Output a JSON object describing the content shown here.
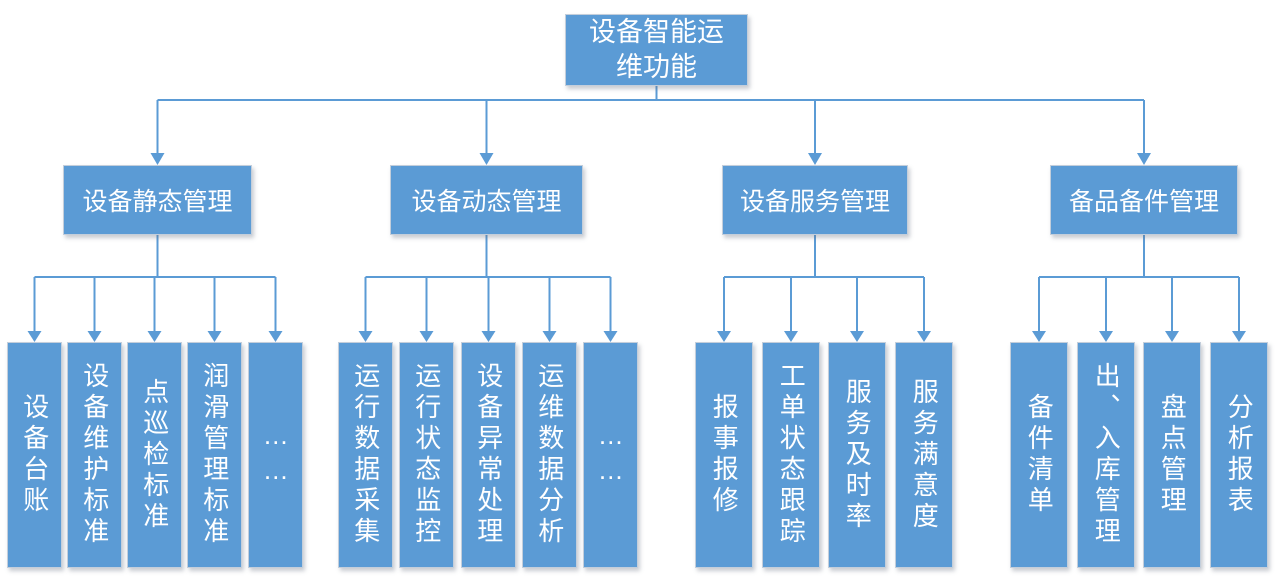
{
  "root": {
    "label": "设备智能运维功能"
  },
  "groups": [
    {
      "label": "设备静态管理",
      "children": [
        {
          "label": "设备台账"
        },
        {
          "label": "设备维护标准"
        },
        {
          "label": "点巡检标准"
        },
        {
          "label": "润滑管理标准"
        },
        {
          "label": "……"
        }
      ]
    },
    {
      "label": "设备动态管理",
      "children": [
        {
          "label": "运行数据采集"
        },
        {
          "label": "运行状态监控"
        },
        {
          "label": "设备异常处理"
        },
        {
          "label": "运维数据分析"
        },
        {
          "label": "……"
        }
      ]
    },
    {
      "label": "设备服务管理",
      "children": [
        {
          "label": "报事报修"
        },
        {
          "label": "工单状态跟踪"
        },
        {
          "label": "服务及时率"
        },
        {
          "label": "服务满意度"
        }
      ]
    },
    {
      "label": "备品备件管理",
      "children": [
        {
          "label": "备件清单"
        },
        {
          "label": "出、入库管理"
        },
        {
          "label": "盘点管理"
        },
        {
          "label": "分析报表"
        }
      ]
    }
  ],
  "colors": {
    "box_fill": "#5b9bd5",
    "box_border": "#c3cedb",
    "connector": "#5b9bd5",
    "text": "#ffffff",
    "background": "#ffffff"
  }
}
